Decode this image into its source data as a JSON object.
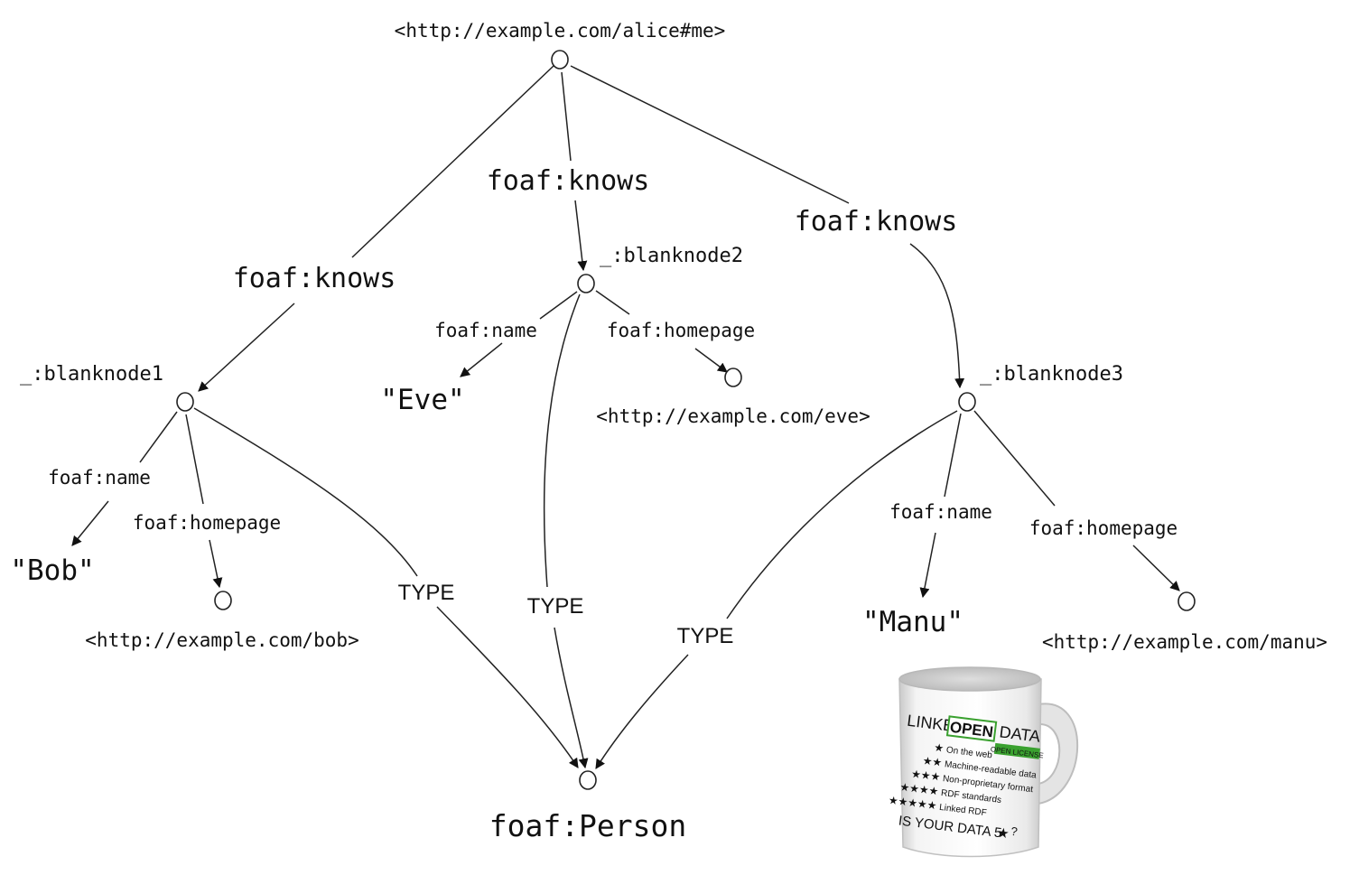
{
  "nodes": {
    "alice": "<http://example.com/alice#me>",
    "blank1": "_:blanknode1",
    "blank2": "_:blanknode2",
    "blank3": "_:blanknode3",
    "bob_homepage": "<http://example.com/bob>",
    "eve_homepage": "<http://example.com/eve>",
    "manu_homepage": "<http://example.com/manu>",
    "person": "foaf:Person"
  },
  "literals": {
    "bob": "\"Bob\"",
    "eve": "\"Eve\"",
    "manu": "\"Manu\""
  },
  "edges": {
    "knows": "foaf:knows",
    "name": "foaf:name",
    "homepage": "foaf:homepage",
    "type": "TYPE"
  },
  "mug": {
    "title_pre": "LINKED",
    "title_open": "OPEN",
    "title_post": "DATA",
    "badge": "OPEN LICENSE",
    "stars": [
      "On the web",
      "Machine-readable data",
      "Non-proprietary format",
      "RDF standards",
      "Linked RDF"
    ],
    "footer": "IS YOUR DATA 5",
    "footer_q": "?"
  },
  "colors": {
    "star": "#f2c20a",
    "open_green": "#3aa12f",
    "ink": "#111111"
  }
}
